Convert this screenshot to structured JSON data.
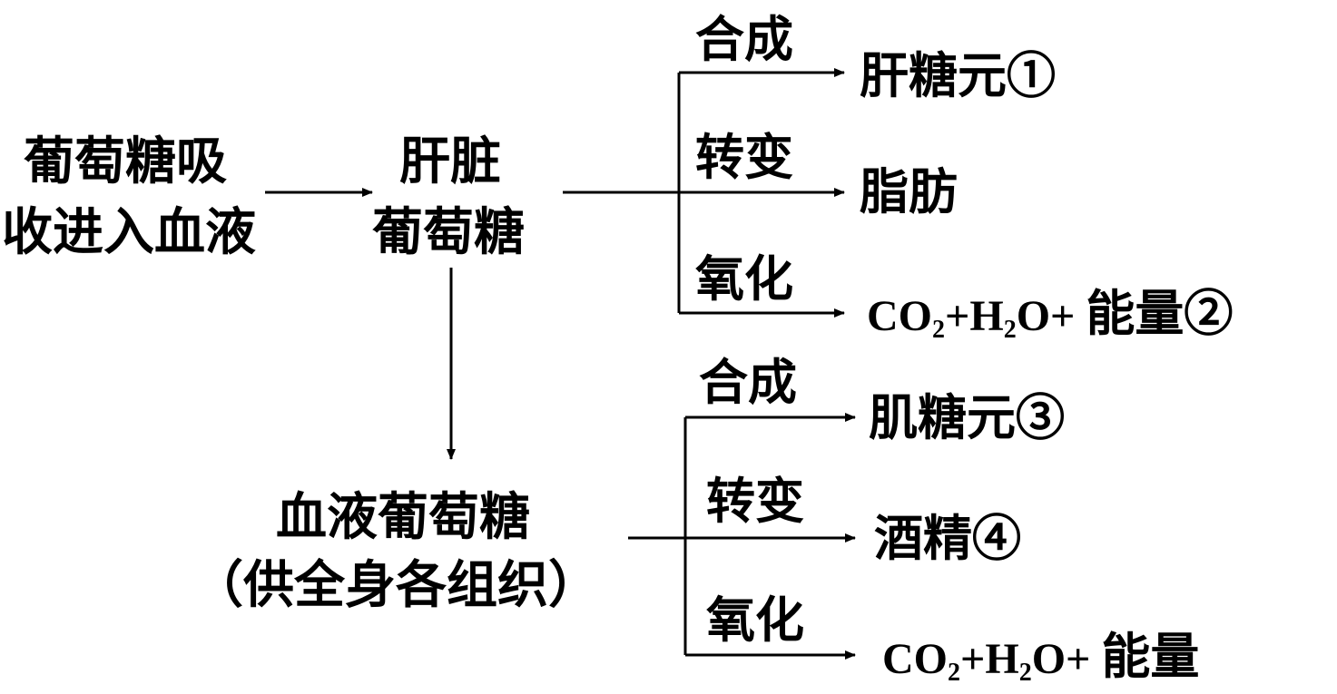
{
  "source": {
    "line1": "葡萄糖吸",
    "line2": "收进入血液"
  },
  "liver_glucose": {
    "line1": "肝脏",
    "line2": "葡萄糖"
  },
  "blood_glucose": {
    "line1": "血液葡萄糖",
    "line2": "（供全身各组织）"
  },
  "liver_branches": {
    "synthesis_label": "合成",
    "synthesis_product": "肝糖元①",
    "transform_label": "转变",
    "transform_product": "脂肪",
    "oxidation_label": "氧化",
    "oxidation_product": {
      "co": "CO",
      "sub1": "2",
      "plus_h": "+H",
      "sub2": "2",
      "o_plus": "O+",
      "energy": "能量②"
    }
  },
  "blood_branches": {
    "synthesis_label": "合成",
    "synthesis_product": "肌糖元③",
    "transform_label": "转变",
    "transform_product": "酒精④",
    "oxidation_label": "氧化",
    "oxidation_product": {
      "co": "CO",
      "sub1": "2",
      "plus_h": "+H",
      "sub2": "2",
      "o_plus": "O+",
      "energy": "能量"
    }
  }
}
